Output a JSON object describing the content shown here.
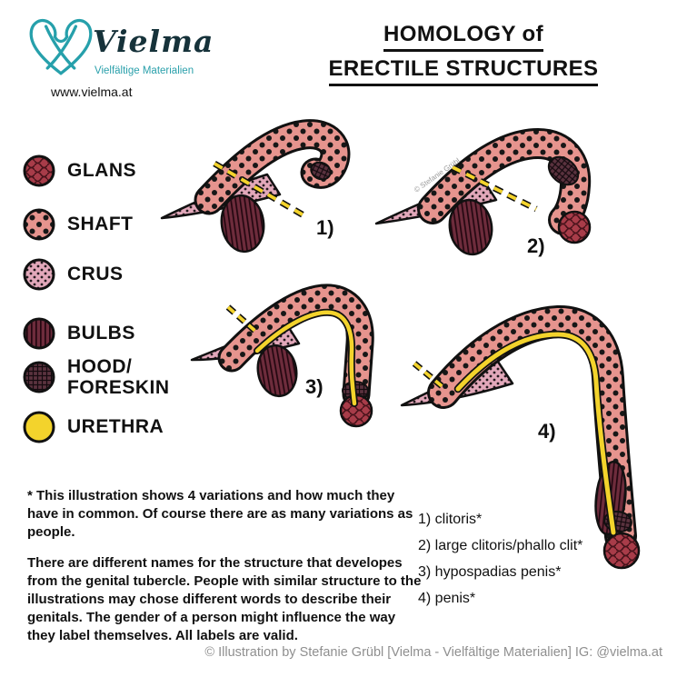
{
  "logo": {
    "name": "Vielma",
    "subtitle": "Vielfältige Materialien",
    "url": "www.vielma.at"
  },
  "title": {
    "line1": "HOMOLOGY of",
    "line2": "ERECTILE STRUCTURES"
  },
  "legend": {
    "items": [
      {
        "label": "GLANS"
      },
      {
        "label": "SHAFT"
      },
      {
        "label": "CRUS"
      },
      {
        "label": "BULBS"
      },
      {
        "label": "HOOD/\nFORESKIN"
      },
      {
        "label": "URETHRA"
      }
    ]
  },
  "figures": {
    "f1": "1)",
    "f2": "2)",
    "f3": "3)",
    "f4": "4)"
  },
  "watermark": "© Stefanie Grübl",
  "notes": {
    "p1": "* This illustration shows 4 variations and how much they have in common. Of course there are as many variations as people.",
    "p2": "There are different names for the structure that developes from the genital tubercle. People with similar structure to the illustrations may chose different words to describe their genitals. The gender of a person might influence the way they label themselves. All labels are valid."
  },
  "variants": {
    "items": [
      "1) clitoris*",
      "2) large clitoris/phallo clit*",
      "3) hypospadias penis*",
      "4) penis*"
    ]
  },
  "footer": "© Illustration by Stefanie Grübl [Vielma - Vielfältige Materialien] IG: @vielma.at",
  "colors": {
    "teal": "#26a0ab",
    "shaft_pink": "#e6948e",
    "crus_pink": "#e2a8ba",
    "bulb_maroon": "#6e2c3c",
    "glans_red": "#a83c49",
    "hood_dark": "#5a323e",
    "urethra_yellow": "#f3d32c"
  }
}
